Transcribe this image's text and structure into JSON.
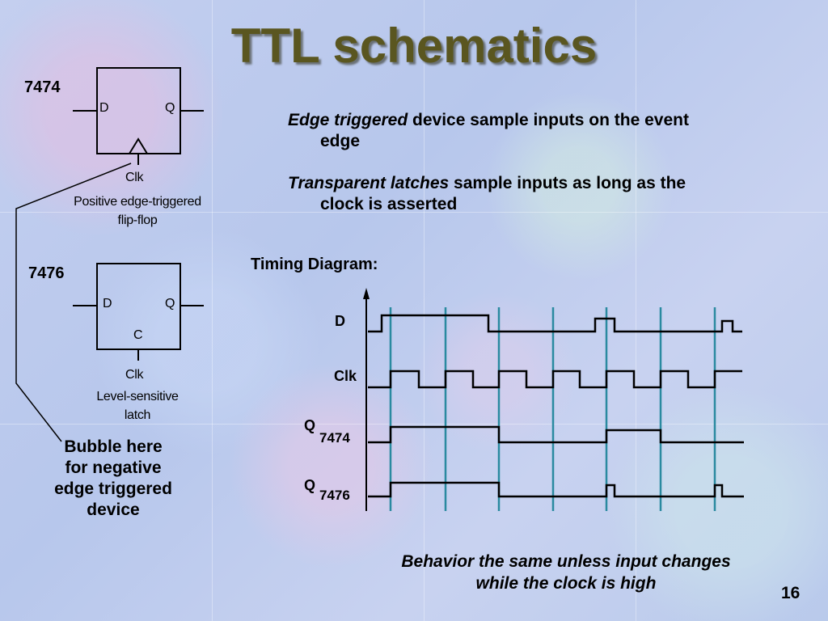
{
  "title": "TTL schematics",
  "flipflop": {
    "part": "7474",
    "d_label": "D",
    "q_label": "Q",
    "clk_label": "Clk",
    "caption_line1": "Positive edge-triggered",
    "caption_line2": "flip-flop"
  },
  "latch": {
    "part": "7476",
    "d_label": "D",
    "q_label": "Q",
    "c_label": "C",
    "clk_label": "Clk",
    "caption_line1": "Level-sensitive",
    "caption_line2": "latch"
  },
  "description": {
    "edge_term": "Edge triggered",
    "edge_rest": " device sample inputs on the event",
    "edge_cont": "edge",
    "latch_term": "Transparent latches",
    "latch_rest": " sample inputs as long as the",
    "latch_cont": "clock is asserted"
  },
  "bubble_note": {
    "line1": "Bubble here",
    "line2": "for negative",
    "line3": "edge triggered",
    "line4": "device"
  },
  "timing": {
    "heading": "Timing Diagram:",
    "signals": {
      "d": "D",
      "clk": "Clk",
      "q_letter": "Q",
      "q1_sub": "7474",
      "q2_sub": "7476"
    }
  },
  "behavior_line1": "Behavior the same unless input changes",
  "behavior_line2": "while the clock is high",
  "page_number": "16",
  "colors": {
    "title": "#5a5620",
    "markers": "#2a8aa0",
    "ink": "#000000"
  }
}
